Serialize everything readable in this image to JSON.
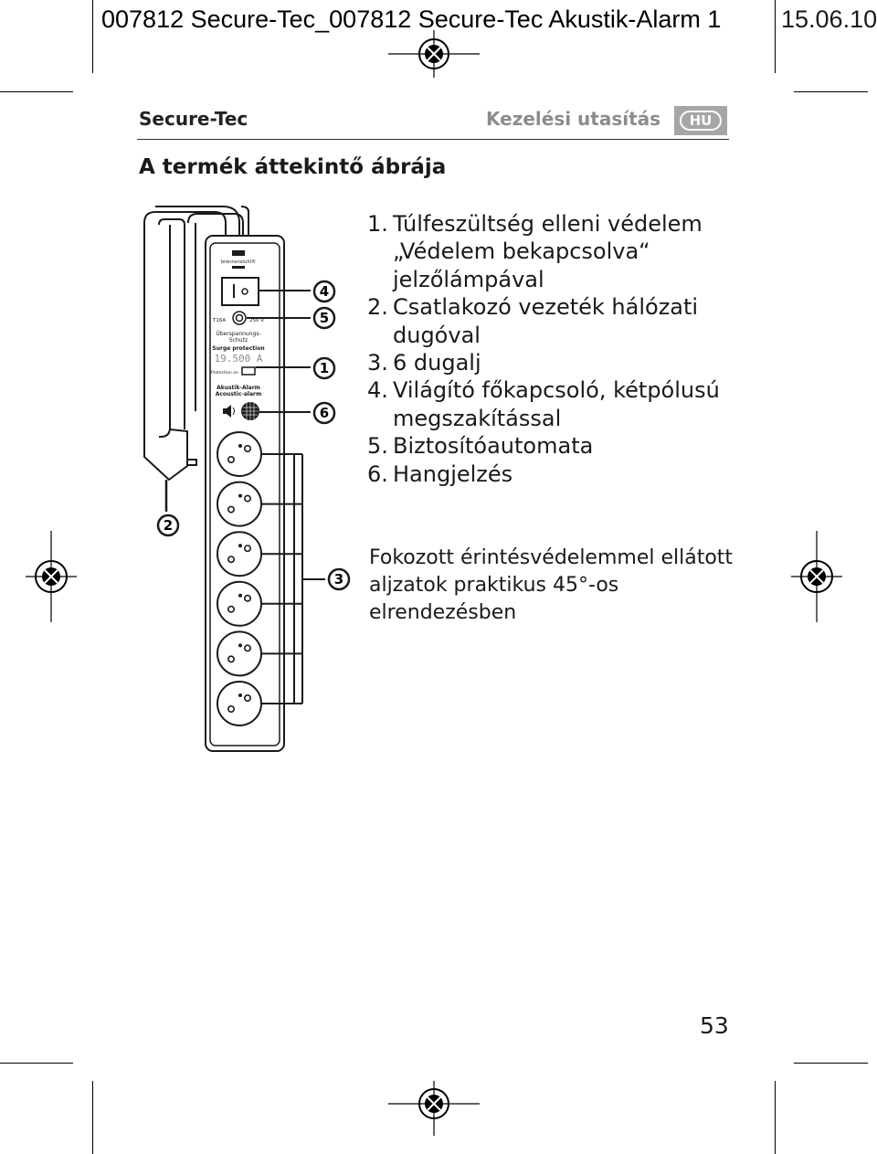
{
  "print_slug": {
    "text": "007812 Secure-Tec_007812 Secure-Tec Akustik-Alarm 1",
    "date": "15.06.10"
  },
  "header": {
    "brand": "Secure-Tec",
    "section_title": "Kezelési utasítás",
    "language_badge": "HU"
  },
  "heading": "A termék áttekintő ábrája",
  "legend": [
    {
      "number": "1.",
      "text": "Túlfeszültség elleni védelem „Védelem bekapcsolva“ jelzőlámpával"
    },
    {
      "number": "2.",
      "text": "Csatlakozó vezeték hálózati dugóval"
    },
    {
      "number": "3.",
      "text": "6 dugalj"
    },
    {
      "number": "4.",
      "text": "Világító főkapcsoló, kétpólusú megszakítással"
    },
    {
      "number": "5.",
      "text": "Biztosítóautomata"
    },
    {
      "number": "6.",
      "text": "Hangjelzés"
    }
  ],
  "note": "Fokozott érintésvédelemmel ellátott aljzatok praktikus 45°-os elrendezésben",
  "diagram": {
    "callouts": [
      "4",
      "5",
      "1",
      "6",
      "2",
      "3"
    ],
    "device_labels": {
      "brand": "brennenstuhl®",
      "fuse_rating": "T16A",
      "voltage": "250 V",
      "surge_de": "Überspannungs-",
      "surge_de2": "Schutz",
      "surge_en": "Surge protection",
      "surge_value": "19.500 A",
      "protection_on": "Protection on",
      "alarm_de": "Akustik-Alarm",
      "alarm_en": "Acoustic-alarm"
    },
    "socket_count": 6
  },
  "page_number": "53"
}
